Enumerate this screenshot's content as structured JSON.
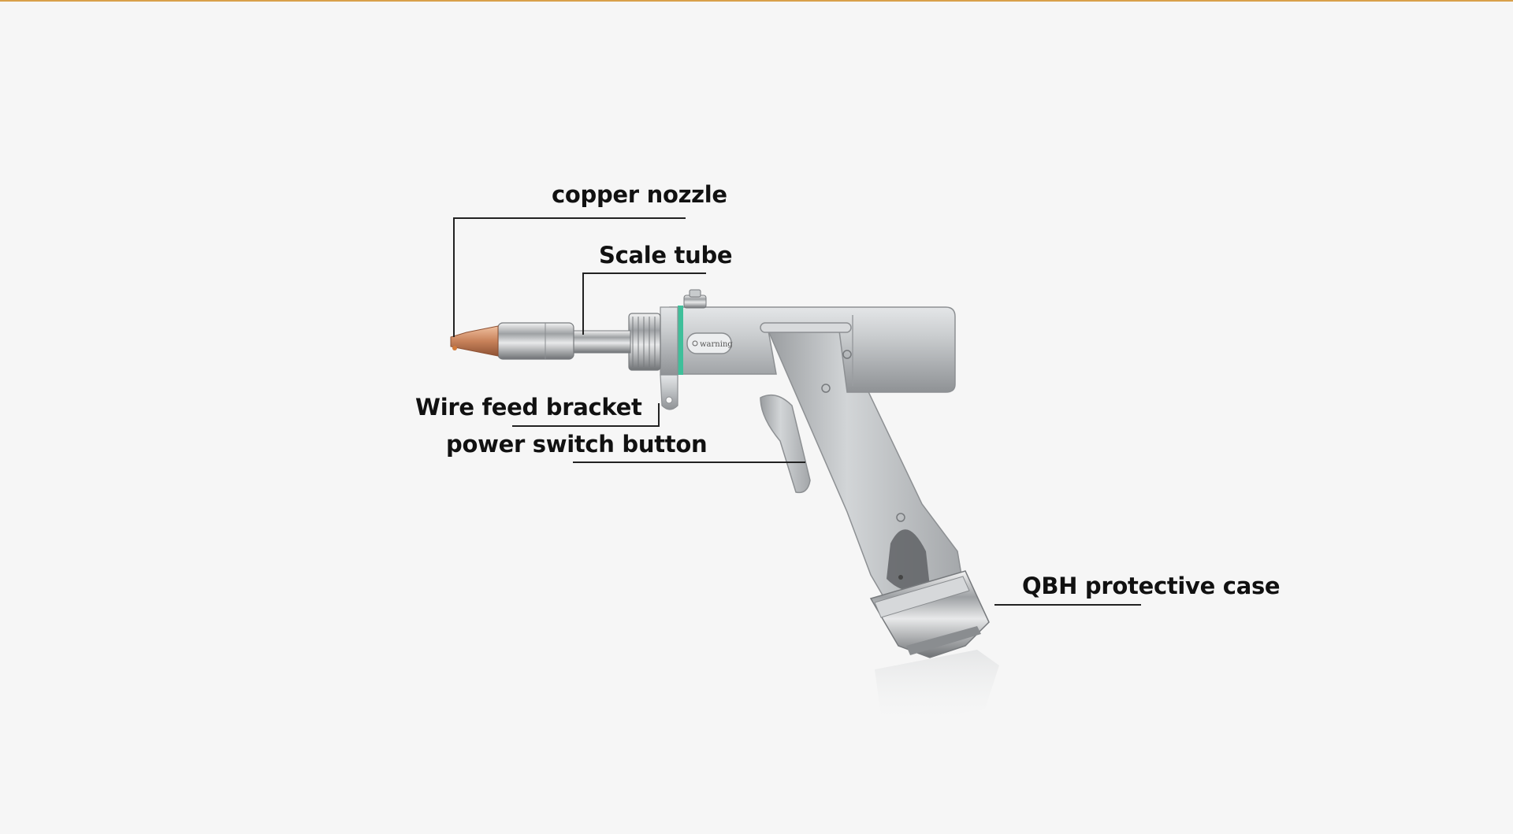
{
  "diagram": {
    "labels": {
      "copper_nozzle": "copper nozzle",
      "scale_tube": "Scale tube",
      "wire_feed_bracket": "Wire feed bracket",
      "power_switch_button": "power switch button",
      "qbh_protective_case": "QBH protective case"
    },
    "device": {
      "warning_label": "warning"
    },
    "colors": {
      "accent_top_rule": "#d9a04a",
      "background": "#f6f6f6",
      "body_metal": "#b9bcbf",
      "copper": "#c8825a",
      "teal_ring": "#3fbf9a",
      "leader_line": "#222222"
    }
  }
}
